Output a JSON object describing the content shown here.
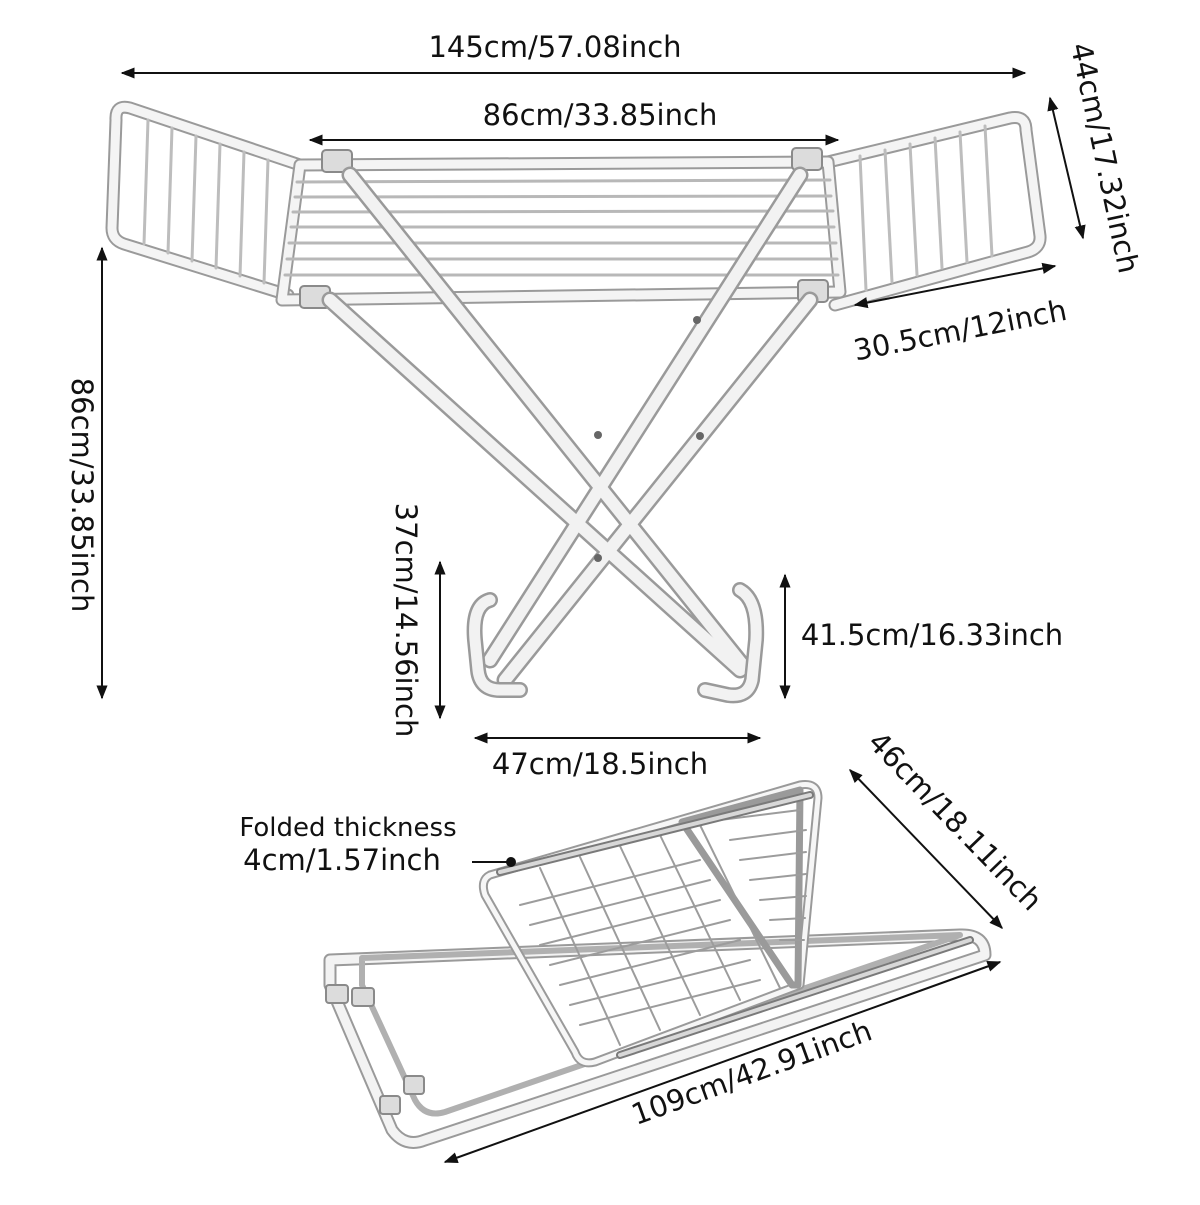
{
  "dimensions": {
    "total_width": "145cm/57.08inch",
    "center_width": "86cm/33.85inch",
    "wing_depth": "44cm/17.32inch",
    "wing_width": "30.5cm/12inch",
    "height": "86cm/33.85inch",
    "leg_height_left": "37cm/14.56inch",
    "leg_height_right": "41.5cm/16.33inch",
    "base_width": "47cm/18.5inch",
    "folded_width": "46cm/18.11inch",
    "folded_length": "109cm/42.91inch"
  },
  "folded_thickness": {
    "label": "Folded thickness",
    "value": "4cm/1.57inch"
  },
  "colors": {
    "frame": "#ececec",
    "frame_edge": "#9a9a9a",
    "arrow": "#111111"
  }
}
